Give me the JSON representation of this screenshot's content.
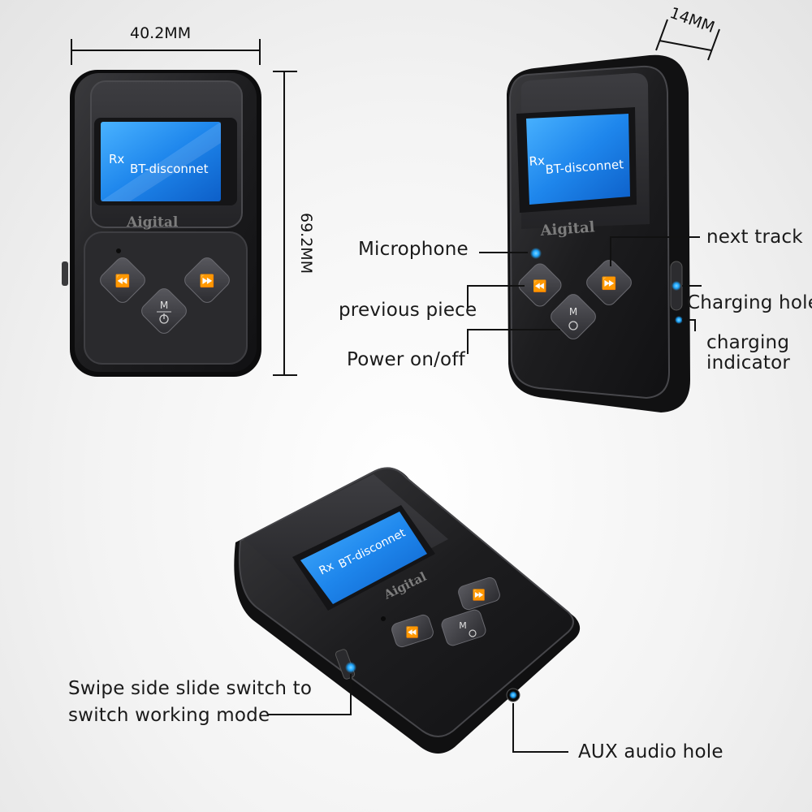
{
  "dimensions": {
    "width_label": "40.2MM",
    "height_label": "69.2MM",
    "depth_label": "14MM"
  },
  "device": {
    "brand": "Aigital",
    "screen_mode": "Rx",
    "screen_status": "BT-disconnet",
    "mode_key": "M"
  },
  "callouts": {
    "microphone": "Microphone",
    "previous": "previous piece",
    "power": "Power on/off",
    "next": "next track",
    "charging_hole": "Charging hole",
    "charging_indicator_line1": "charging",
    "charging_indicator_line2": "indicator",
    "switch_line1": "Swipe side slide switch to",
    "switch_line2": "switch working mode",
    "aux": "AUX audio hole"
  },
  "colors": {
    "lcd_blue": "#1f8ef0",
    "indicator_cyan": "#2fb4ff",
    "body_dark": "#1e1e20"
  }
}
